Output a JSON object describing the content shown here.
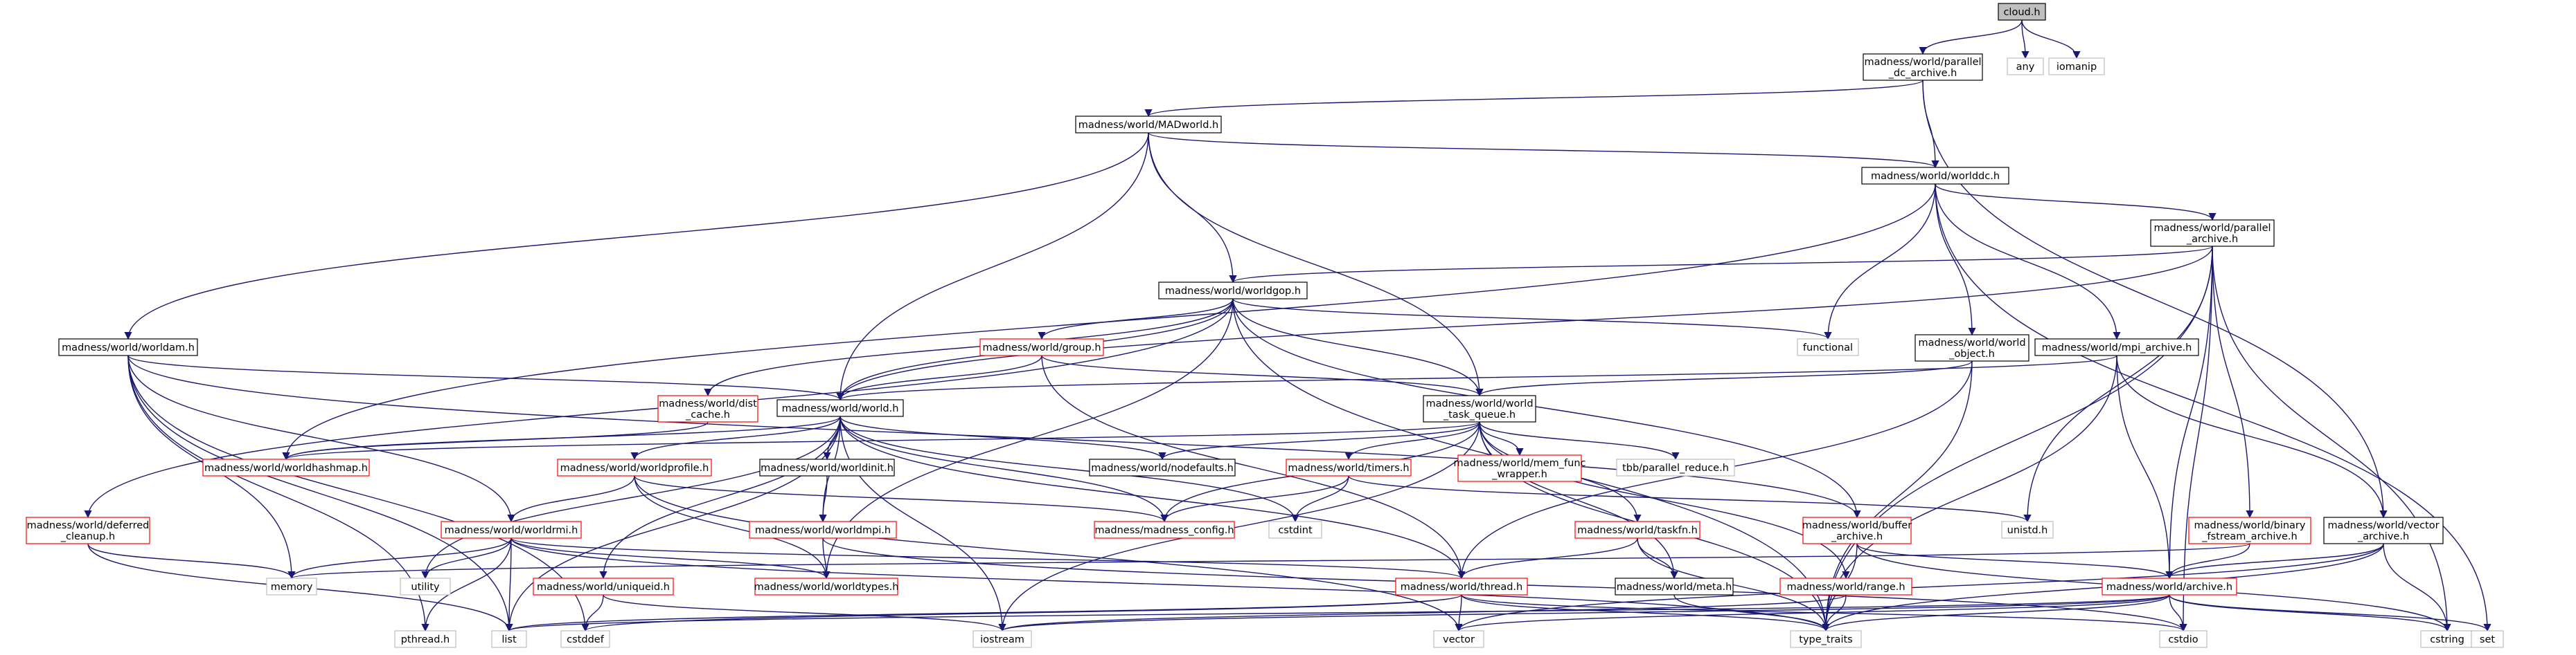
{
  "diagram": {
    "type": "include-dependency-graph",
    "colors": {
      "edge": "#191970",
      "root_fill": "#bfbfbf",
      "internal_border": "#000000",
      "missing_doc_border": "#ff0000",
      "external_border": "#bfbfbf"
    },
    "nodes": [
      {
        "id": "cloud",
        "kind": "root",
        "lines": [
          "cloud.h"
        ]
      },
      {
        "id": "any",
        "kind": "external",
        "lines": [
          "any"
        ]
      },
      {
        "id": "iomanip",
        "kind": "external",
        "lines": [
          "iomanip"
        ]
      },
      {
        "id": "parallel_dc_archive",
        "kind": "internal",
        "lines": [
          "madness/world/parallel",
          "_dc_archive.h"
        ]
      },
      {
        "id": "MADworld",
        "kind": "internal",
        "lines": [
          "madness/world/MADworld.h"
        ]
      },
      {
        "id": "worlddc",
        "kind": "internal",
        "lines": [
          "madness/world/worlddc.h"
        ]
      },
      {
        "id": "parallel_archive",
        "kind": "internal",
        "lines": [
          "madness/world/parallel",
          "_archive.h"
        ]
      },
      {
        "id": "worldgop",
        "kind": "internal",
        "lines": [
          "madness/world/worldgop.h"
        ]
      },
      {
        "id": "functional",
        "kind": "external",
        "lines": [
          "functional"
        ]
      },
      {
        "id": "world_object",
        "kind": "internal",
        "lines": [
          "madness/world/world",
          "_object.h"
        ]
      },
      {
        "id": "mpi_archive",
        "kind": "internal",
        "lines": [
          "madness/world/mpi_archive.h"
        ]
      },
      {
        "id": "worldam",
        "kind": "internal",
        "lines": [
          "madness/world/worldam.h"
        ]
      },
      {
        "id": "group",
        "kind": "missing",
        "lines": [
          "madness/world/group.h"
        ]
      },
      {
        "id": "dist_cache",
        "kind": "missing",
        "lines": [
          "madness/world/dist",
          "_cache.h"
        ]
      },
      {
        "id": "world",
        "kind": "internal",
        "lines": [
          "madness/world/world.h"
        ]
      },
      {
        "id": "world_task_queue",
        "kind": "internal",
        "lines": [
          "madness/world/world",
          "_task_queue.h"
        ]
      },
      {
        "id": "worldhashmap",
        "kind": "missing",
        "lines": [
          "madness/world/worldhashmap.h"
        ]
      },
      {
        "id": "worldprofile",
        "kind": "missing",
        "lines": [
          "madness/world/worldprofile.h"
        ]
      },
      {
        "id": "worldinit",
        "kind": "internal",
        "lines": [
          "madness/world/worldinit.h"
        ]
      },
      {
        "id": "nodefaults",
        "kind": "internal",
        "lines": [
          "madness/world/nodefaults.h"
        ]
      },
      {
        "id": "timers",
        "kind": "missing",
        "lines": [
          "madness/world/timers.h"
        ]
      },
      {
        "id": "mem_func_wrapper",
        "kind": "missing",
        "lines": [
          "madness/world/mem_func",
          "_wrapper.h"
        ]
      },
      {
        "id": "tbb_parallel_reduce",
        "kind": "external",
        "lines": [
          "tbb/parallel_reduce.h"
        ]
      },
      {
        "id": "binary_fstream_archive",
        "kind": "missing",
        "lines": [
          "madness/world/binary",
          "_fstream_archive.h"
        ]
      },
      {
        "id": "vector_archive",
        "kind": "internal",
        "lines": [
          "madness/world/vector",
          "_archive.h"
        ]
      },
      {
        "id": "deferred_cleanup",
        "kind": "missing",
        "lines": [
          "madness/world/deferred",
          "_cleanup.h"
        ]
      },
      {
        "id": "worldrmi",
        "kind": "missing",
        "lines": [
          "madness/world/worldrmi.h"
        ]
      },
      {
        "id": "worldmpi",
        "kind": "missing",
        "lines": [
          "madness/world/worldmpi.h"
        ]
      },
      {
        "id": "madness_config",
        "kind": "missing",
        "lines": [
          "madness/madness_config.h"
        ]
      },
      {
        "id": "cstdint",
        "kind": "external",
        "lines": [
          "cstdint"
        ]
      },
      {
        "id": "taskfn",
        "kind": "missing",
        "lines": [
          "madness/world/taskfn.h"
        ]
      },
      {
        "id": "buffer_archive",
        "kind": "missing",
        "lines": [
          "madness/world/buffer",
          "_archive.h"
        ]
      },
      {
        "id": "unistd",
        "kind": "external",
        "lines": [
          "unistd.h"
        ]
      },
      {
        "id": "memory",
        "kind": "external",
        "lines": [
          "memory"
        ]
      },
      {
        "id": "utility",
        "kind": "external",
        "lines": [
          "utility"
        ]
      },
      {
        "id": "worldtypes",
        "kind": "missing",
        "lines": [
          "madness/world/worldtypes.h"
        ]
      },
      {
        "id": "uniqueid",
        "kind": "missing",
        "lines": [
          "madness/world/uniqueid.h"
        ]
      },
      {
        "id": "thread",
        "kind": "missing",
        "lines": [
          "madness/world/thread.h"
        ]
      },
      {
        "id": "meta",
        "kind": "internal",
        "lines": [
          "madness/world/meta.h"
        ]
      },
      {
        "id": "range",
        "kind": "missing",
        "lines": [
          "madness/world/range.h"
        ]
      },
      {
        "id": "archive",
        "kind": "missing",
        "lines": [
          "madness/world/archive.h"
        ]
      },
      {
        "id": "pthread",
        "kind": "external",
        "lines": [
          "pthread.h"
        ]
      },
      {
        "id": "list",
        "kind": "external",
        "lines": [
          "list"
        ]
      },
      {
        "id": "cstddef",
        "kind": "external",
        "lines": [
          "cstddef"
        ]
      },
      {
        "id": "iostream",
        "kind": "external",
        "lines": [
          "iostream"
        ]
      },
      {
        "id": "vector",
        "kind": "external",
        "lines": [
          "vector"
        ]
      },
      {
        "id": "type_traits",
        "kind": "external",
        "lines": [
          "type_traits"
        ]
      },
      {
        "id": "cstdio",
        "kind": "external",
        "lines": [
          "cstdio"
        ]
      },
      {
        "id": "cstring",
        "kind": "external",
        "lines": [
          "cstring"
        ]
      },
      {
        "id": "set",
        "kind": "external",
        "lines": [
          "set"
        ]
      }
    ],
    "edges": [
      [
        "cloud",
        "parallel_dc_archive"
      ],
      [
        "cloud",
        "any"
      ],
      [
        "cloud",
        "iomanip"
      ],
      [
        "parallel_dc_archive",
        "MADworld"
      ],
      [
        "parallel_dc_archive",
        "worlddc"
      ],
      [
        "parallel_dc_archive",
        "vector_archive"
      ],
      [
        "MADworld",
        "worldam"
      ],
      [
        "MADworld",
        "world"
      ],
      [
        "MADworld",
        "worldgop"
      ],
      [
        "MADworld",
        "world_task_queue"
      ],
      [
        "MADworld",
        "worlddc"
      ],
      [
        "worlddc",
        "worldhashmap"
      ],
      [
        "worlddc",
        "functional"
      ],
      [
        "worlddc",
        "world_object"
      ],
      [
        "worlddc",
        "mpi_archive"
      ],
      [
        "worlddc",
        "parallel_archive"
      ],
      [
        "worlddc",
        "set"
      ],
      [
        "parallel_archive",
        "worldgop"
      ],
      [
        "parallel_archive",
        "world"
      ],
      [
        "parallel_archive",
        "unistd"
      ],
      [
        "parallel_archive",
        "archive"
      ],
      [
        "parallel_archive",
        "binary_fstream_archive"
      ],
      [
        "parallel_archive",
        "type_traits"
      ],
      [
        "parallel_archive",
        "cstdio"
      ],
      [
        "parallel_archive",
        "cstring"
      ],
      [
        "worldgop",
        "deferred_cleanup"
      ],
      [
        "worldgop",
        "dist_cache"
      ],
      [
        "worldgop",
        "world"
      ],
      [
        "worldgop",
        "group"
      ],
      [
        "worldgop",
        "world_task_queue"
      ],
      [
        "worldgop",
        "functional"
      ],
      [
        "worldgop",
        "buffer_archive"
      ],
      [
        "worldgop",
        "worldtypes"
      ],
      [
        "worldgop",
        "type_traits"
      ],
      [
        "world_object",
        "world_task_queue"
      ],
      [
        "world_object",
        "thread"
      ],
      [
        "world_object",
        "type_traits"
      ],
      [
        "mpi_archive",
        "world"
      ],
      [
        "mpi_archive",
        "archive"
      ],
      [
        "mpi_archive",
        "vector_archive"
      ],
      [
        "mpi_archive",
        "type_traits"
      ],
      [
        "worldam",
        "world"
      ],
      [
        "worldam",
        "worldrmi"
      ],
      [
        "worldam",
        "memory"
      ],
      [
        "worldam",
        "pthread"
      ],
      [
        "worldam",
        "cstddef"
      ],
      [
        "worldam",
        "list"
      ],
      [
        "worldam",
        "buffer_archive"
      ],
      [
        "group",
        "world"
      ],
      [
        "group",
        "world_task_queue"
      ],
      [
        "group",
        "thread"
      ],
      [
        "dist_cache",
        "worldhashmap"
      ],
      [
        "world",
        "worldhashmap"
      ],
      [
        "world",
        "worldprofile"
      ],
      [
        "world",
        "worldinit"
      ],
      [
        "world",
        "nodefaults"
      ],
      [
        "world",
        "madness_config"
      ],
      [
        "world",
        "cstdint"
      ],
      [
        "world",
        "utility"
      ],
      [
        "world",
        "uniqueid"
      ],
      [
        "world",
        "worldmpi"
      ],
      [
        "world",
        "thread"
      ],
      [
        "world",
        "list"
      ],
      [
        "world",
        "iostream"
      ],
      [
        "world_task_queue",
        "worldhashmap"
      ],
      [
        "world_task_queue",
        "nodefaults"
      ],
      [
        "world_task_queue",
        "timers"
      ],
      [
        "world_task_queue",
        "mem_func_wrapper"
      ],
      [
        "world_task_queue",
        "tbb_parallel_reduce"
      ],
      [
        "world_task_queue",
        "taskfn"
      ],
      [
        "world_task_queue",
        "range"
      ],
      [
        "world_task_queue",
        "meta"
      ],
      [
        "world_task_queue",
        "madness_config"
      ],
      [
        "world_task_queue",
        "iostream"
      ],
      [
        "world_task_queue",
        "type_traits"
      ],
      [
        "worldprofile",
        "worldrmi"
      ],
      [
        "worldprofile",
        "worldtypes"
      ],
      [
        "worldprofile",
        "madness_config"
      ],
      [
        "worldprofile",
        "vector"
      ],
      [
        "worldinit",
        "worldmpi"
      ],
      [
        "timers",
        "madness_config"
      ],
      [
        "timers",
        "cstdint"
      ],
      [
        "timers",
        "unistd"
      ],
      [
        "worldrmi",
        "memory"
      ],
      [
        "worldrmi",
        "utility"
      ],
      [
        "worldrmi",
        "pthread"
      ],
      [
        "worldrmi",
        "list"
      ],
      [
        "worldrmi",
        "worldtypes"
      ],
      [
        "worldrmi",
        "thread"
      ],
      [
        "worldrmi",
        "type_traits"
      ],
      [
        "worldmpi",
        "worldtypes"
      ],
      [
        "worldmpi",
        "cstdio"
      ],
      [
        "uniqueid",
        "cstddef"
      ],
      [
        "uniqueid",
        "iostream"
      ],
      [
        "taskfn",
        "thread"
      ],
      [
        "taskfn",
        "meta"
      ],
      [
        "taskfn",
        "type_traits"
      ],
      [
        "buffer_archive",
        "archive"
      ],
      [
        "buffer_archive",
        "type_traits"
      ],
      [
        "buffer_archive",
        "cstring"
      ],
      [
        "binary_fstream_archive",
        "archive"
      ],
      [
        "binary_fstream_archive",
        "memory"
      ],
      [
        "vector_archive",
        "archive"
      ],
      [
        "vector_archive",
        "vector"
      ],
      [
        "vector_archive",
        "cstring"
      ],
      [
        "vector_archive",
        "type_traits"
      ],
      [
        "deferred_cleanup",
        "memory"
      ],
      [
        "deferred_cleanup",
        "list"
      ],
      [
        "thread",
        "vector"
      ],
      [
        "thread",
        "list"
      ],
      [
        "thread",
        "cstddef"
      ],
      [
        "thread",
        "type_traits"
      ],
      [
        "thread",
        "cstdio"
      ],
      [
        "meta",
        "type_traits"
      ],
      [
        "range",
        "type_traits"
      ],
      [
        "range",
        "iostream"
      ],
      [
        "archive",
        "iostream"
      ],
      [
        "archive",
        "cstdio"
      ],
      [
        "archive",
        "list"
      ],
      [
        "archive",
        "type_traits"
      ],
      [
        "archive",
        "cstring"
      ],
      [
        "archive",
        "vector"
      ],
      [
        "archive",
        "set"
      ]
    ]
  }
}
